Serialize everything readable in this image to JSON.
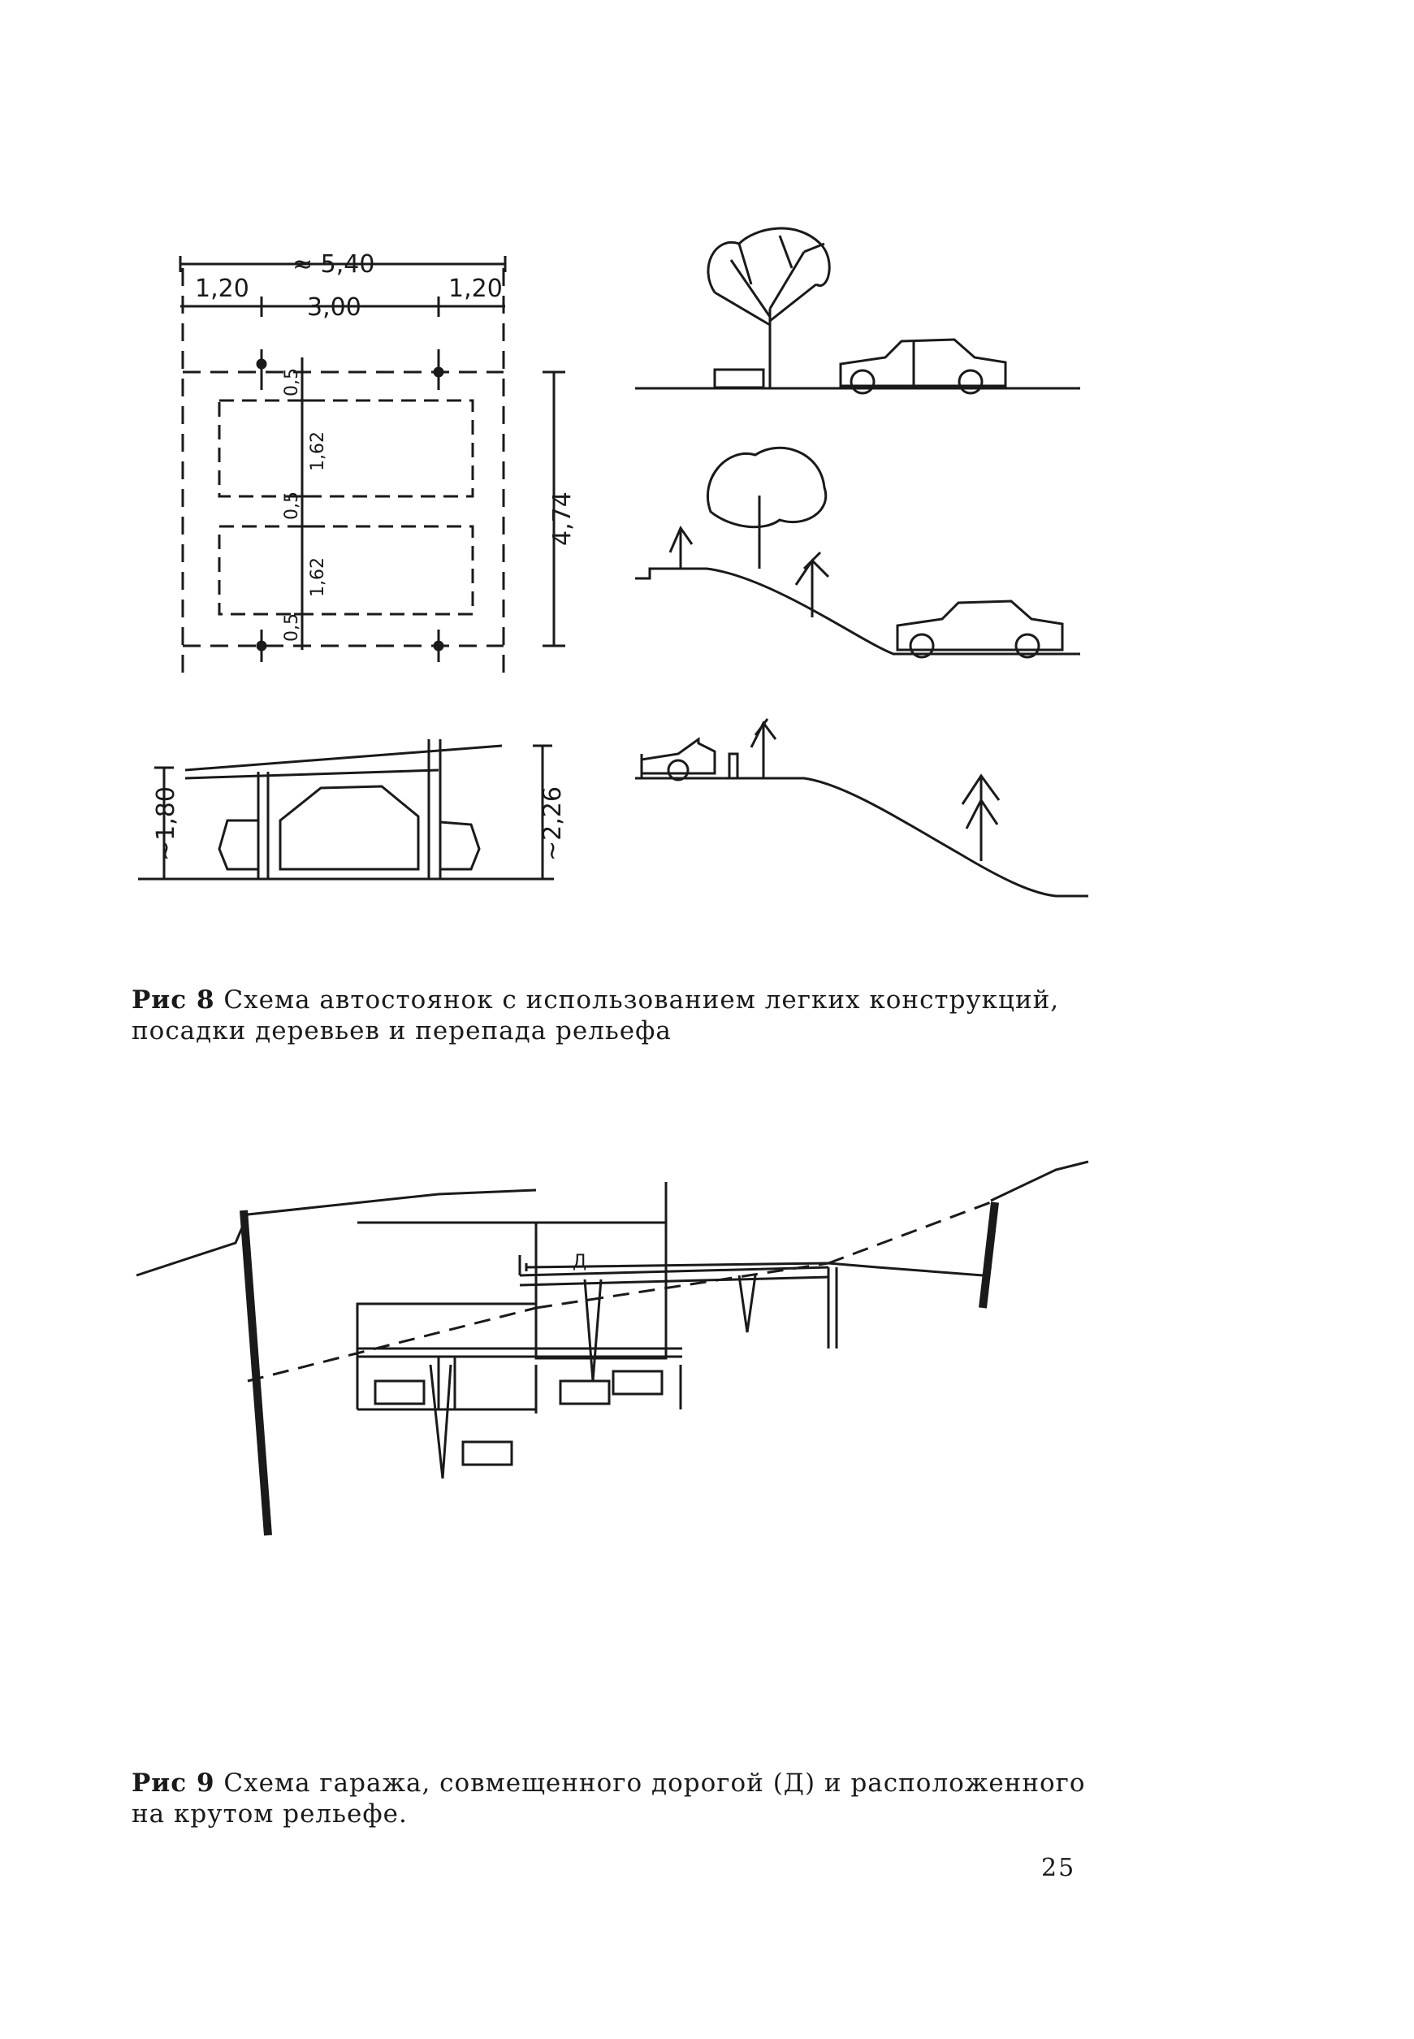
{
  "figure8": {
    "plan": {
      "overall_width": "≈ 5,40",
      "side_left": "1,20",
      "middle": "3,00",
      "side_right": "1,20",
      "depth_total": "4,74",
      "dims": [
        "0,5",
        "1,62",
        "0,5",
        "1,62",
        "0,5"
      ]
    },
    "canopy": {
      "height_left": "~1,80",
      "height_right": "~2,26"
    },
    "caption": {
      "label": "Рис 8",
      "text": "Схема автостоянок с использованием легких конструкций, посадки деревьев и перепада рельефа"
    }
  },
  "figure9": {
    "road_label": "Д",
    "caption": {
      "label": "Рис 9",
      "text": "Схема гаража, совмещенного дорогой (Д) и расположенного на крутом рельефе."
    }
  },
  "page_number": "25"
}
